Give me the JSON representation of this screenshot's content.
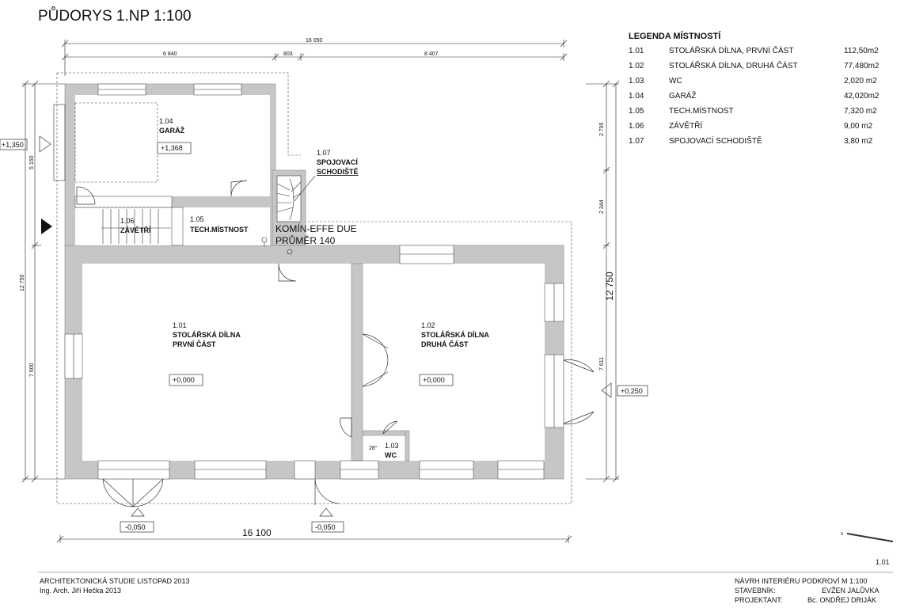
{
  "title": "PŮDORYS 1.NP  1:100",
  "legend": {
    "heading": "LEGENDA MÍSTNOSTÍ",
    "rows": [
      {
        "code": "1.01",
        "name": "STOLÁŘSKÁ  DÍLNA, PRVNÍ ČÁST",
        "area": "112,50m2"
      },
      {
        "code": "1.02",
        "name": "STOLÁŘSKÁ  DÍLNA, DRUHÁ ČÁST",
        "area": "77,480m2"
      },
      {
        "code": "1.03",
        "name": "WC",
        "area": "2,020 m2"
      },
      {
        "code": "1.04",
        "name": "GARÁŽ",
        "area": "42,020m2"
      },
      {
        "code": "1.05",
        "name": "TECH.MÍSTNOST",
        "area": "7,320 m2"
      },
      {
        "code": "1.06",
        "name": "ZÁVĚTŘÍ",
        "area": "9,00 m2"
      },
      {
        "code": "1.07",
        "name": "SPOJOVACÍ SCHODIŠTĚ",
        "area": "3,80 m2"
      }
    ]
  },
  "rooms": {
    "r101": {
      "code": "1.01",
      "name1": "STOLÁŘSKÁ  DÍLNA",
      "name2": "PRVNÍ ČÁST",
      "level": "+0,000"
    },
    "r102": {
      "code": "1.02",
      "name1": "STOLÁŘSKÁ  DÍLNA",
      "name2": "DRUHÁ ČÁST",
      "level": "+0,000"
    },
    "r103": {
      "code": "1.03",
      "name": "WC",
      "small": "28°"
    },
    "r104": {
      "code": "1.04",
      "name": "GARÁŽ",
      "level": "+1,368"
    },
    "r105": {
      "code": "1.05",
      "name": "TECH.MÍSTNOST"
    },
    "r106": {
      "code": "1.06",
      "name": "ZÁVĚTŘÍ"
    },
    "r107": {
      "code": "1.07",
      "name1": "SPOJOVACÍ",
      "name2": "SCHODIŠTĚ"
    }
  },
  "chimney": {
    "line1": "KOMÍN-EFFE DUE",
    "line2": "PRŮMĚR 140"
  },
  "levels": {
    "left": "+1,350",
    "right": "+0,250",
    "bottom_left": "-0,050",
    "bottom_mid": "-0,050"
  },
  "dimensions": {
    "top_total": "16 050",
    "top_a": "6 840",
    "top_b": "803",
    "top_c": "8 407",
    "bottom_total": "16 100",
    "left_total": "12 750",
    "left_upper": "5 150",
    "left_lower": "7 600",
    "right_total": "12 750",
    "right_a": "2 795",
    "right_b": "2 344",
    "right_c": "7 611"
  },
  "sheet_number": "1.01",
  "footer": {
    "left_line1": "ARCHITEKTONICKÁ STUDIE LISTOPAD 2013",
    "left_line2": "Ing. Arch. Jiří Hečka 2013",
    "right_title": "NÁVRH INTERIÉRU PODKROVÍ M 1:100",
    "investor_label": "STAVEBNÍK:",
    "investor": "EVŽEN JALŮVKA",
    "designer_label": "PROJEKTANT:",
    "designer": "Bc. ONDŘEJ DRIJÁK"
  },
  "north_mark": "S"
}
